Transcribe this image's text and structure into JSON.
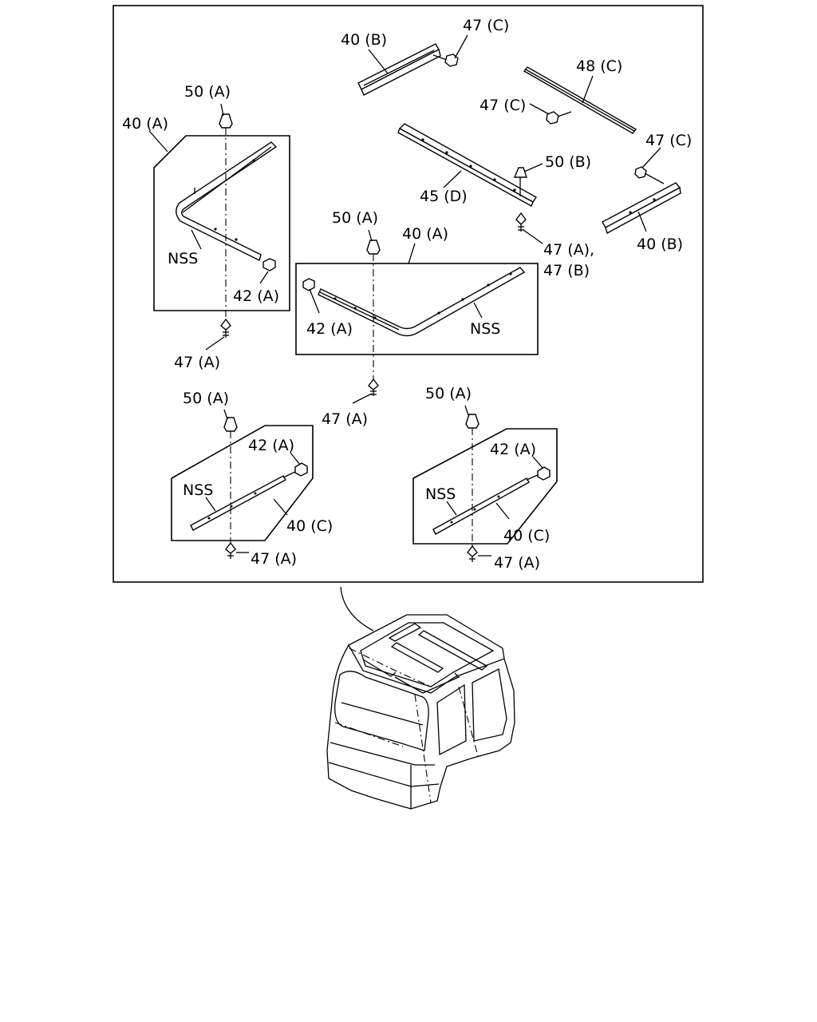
{
  "labels": {
    "l40b_top": "40 (B)",
    "l47c_top": "47 (C)",
    "l48c": "48 (C)",
    "l47c_mid": "47 (C)",
    "l47c_right": "47 (C)",
    "l50a_topleft": "50 (A)",
    "l40a_left": "40 (A)",
    "l50b": "50 (B)",
    "l45d": "45 (D)",
    "l50a_center": "50 (A)",
    "l40a_center": "40 (A)",
    "l47ab_line1": "47 (A),",
    "l47ab_line2": "47 (B)",
    "l40b_right": "40 (B)",
    "nss_left": "NSS",
    "l42a_left": "42 (A)",
    "l42a_center": "42 (A)",
    "nss_center": "NSS",
    "l47a_left": "47 (A)",
    "l47a_center": "47 (A)",
    "l50a_bl": "50 (A)",
    "l50a_br": "50 (A)",
    "l42a_bl": "42 (A)",
    "l42a_br": "42 (A)",
    "nss_bl": "NSS",
    "nss_br": "NSS",
    "l40c_bl": "40 (C)",
    "l40c_br": "40 (C)",
    "l47a_bl": "47 (A)",
    "l47a_br": "47 (A)"
  }
}
